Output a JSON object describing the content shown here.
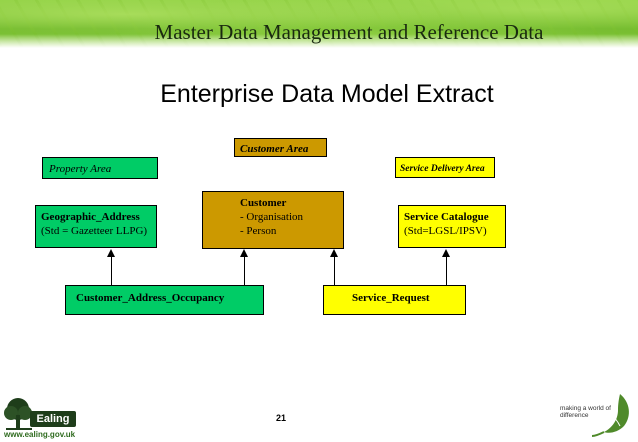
{
  "header": {
    "banner_title": "Master Data Management and Reference Data"
  },
  "slide": {
    "title": "Enterprise Data Model Extract",
    "page_number": "21"
  },
  "areas": {
    "customer_area": "Customer Area",
    "property_area": "Property Area",
    "service_delivery_area": "Service Delivery Area"
  },
  "entities": {
    "geographic_address": {
      "name": "Geographic_Address",
      "note": "(Std = Gazetteer LLPG)"
    },
    "customer": {
      "name": "Customer",
      "items": [
        "- Organisation",
        "- Person"
      ]
    },
    "service_catalogue": {
      "name": "Service Catalogue",
      "note": "(Std=LGSL/IPSV)"
    },
    "customer_address_occupancy": {
      "name": "Customer_Address_Occupancy"
    },
    "service_request": {
      "name": "Service_Request"
    }
  },
  "footer": {
    "ealing_logo_text": "Ealing",
    "ealing_url": "www.ealing.gov.uk",
    "tagline": "making a world of difference"
  },
  "colors": {
    "green": "#00cc66",
    "gold": "#cc9900",
    "yellow": "#ffff00",
    "banner": "#7cc233"
  },
  "icons": [
    "tree-icon",
    "leaf-logo-icon"
  ]
}
